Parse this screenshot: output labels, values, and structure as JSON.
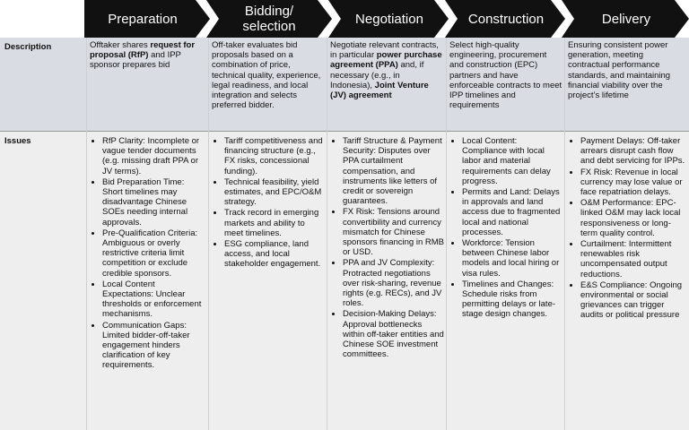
{
  "stages": [
    {
      "label": "Preparation"
    },
    {
      "label": "Bidding/\nselection"
    },
    {
      "label": "Negotiation"
    },
    {
      "label": "Construction"
    },
    {
      "label": "Delivery"
    }
  ],
  "rows": {
    "description_label": "Description",
    "issues_label": "Issues"
  },
  "description": [
    {
      "parts": [
        {
          "t": "Offtaker shares "
        },
        {
          "t": "request for proposal (RfP)",
          "b": true
        },
        {
          "t": " and IPP sponsor prepares bid"
        }
      ]
    },
    {
      "parts": [
        {
          "t": "Off-taker evaluates bid proposals based on a combination of price, technical quality, experience, legal readiness, and local integration and selects preferred bidder."
        }
      ]
    },
    {
      "parts": [
        {
          "t": "Negotiate relevant contracts, in particular "
        },
        {
          "t": "power purchase agreement (PPA)",
          "b": true
        },
        {
          "t": " and, if necessary (e.g., in Indonesia), "
        },
        {
          "t": "Joint Venture (JV) agreement",
          "b": true
        }
      ]
    },
    {
      "parts": [
        {
          "t": "Select high-quality engineering, procurement and construction (EPC) partners and have enforceable contracts to meet IPP timelines and requirements"
        }
      ]
    },
    {
      "parts": [
        {
          "t": "Ensuring consistent power generation, meeting contractual performance standards, and maintaining financial viability over the project’s lifetime"
        }
      ]
    }
  ],
  "issues": [
    [
      "RfP Clarity: Incomplete or vague tender documents (e.g. missing draft PPA or JV terms).",
      "Bid Preparation Time: Short timelines may disadvantage Chinese SOEs needing internal approvals.",
      "Pre-Qualification Criteria: Ambiguous or overly restrictive criteria limit competition or exclude credible sponsors.",
      "Local Content Expectations: Unclear thresholds or enforcement mechanisms.",
      "Communication Gaps: Limited bidder-off-taker engagement hinders clarification of key requirements."
    ],
    [
      "Tariff competitiveness and financing structure (e.g., FX risks, concessional funding).",
      "Technical feasibility, yield estimates, and EPC/O&M strategy.",
      "Track record in emerging markets and ability to meet timelines.",
      "ESG compliance, land access, and local stakeholder engagement."
    ],
    [
      "Tariff Structure & Payment Security: Disputes over PPA curtailment compensation, and instruments like letters of credit or sovereign guarantees.",
      "FX Risk: Tensions around convertibility and currency mismatch for Chinese sponsors financing in RMB or USD.",
      "PPA and JV Complexity: Protracted negotiations over risk-sharing, revenue rights (e.g. RECs), and JV roles.",
      "Decision-Making Delays: Approval bottlenecks within off-taker entities and Chinese SOE investment committees."
    ],
    [
      "Local Content: Compliance with local labor and material requirements can delay progress.",
      "Permits and Land: Delays in approvals and land access due to fragmented local and national processes.",
      "Workforce: Tension between Chinese labor models and local hiring or visa rules.",
      "Timelines and Changes: Schedule risks from permitting delays or late-stage design changes."
    ],
    [
      "Payment Delays: Off-taker arrears disrupt cash flow and debt servicing for IPPs.",
      "FX Risk: Revenue in local currency may lose value or face repatriation delays.",
      "O&M Performance: EPC-linked O&M may lack local responsiveness or long-term quality control.",
      "Curtailment: Intermittent renewables risk uncompensated output reductions.",
      "E&S Compliance: Ongoing environmental or social grievances can trigger audits or political pressure"
    ]
  ],
  "colors": {
    "header": "#111111",
    "description_bg": "#d9dde3",
    "issues_bg": "#eeeeee",
    "header_text": "#ffffff"
  }
}
